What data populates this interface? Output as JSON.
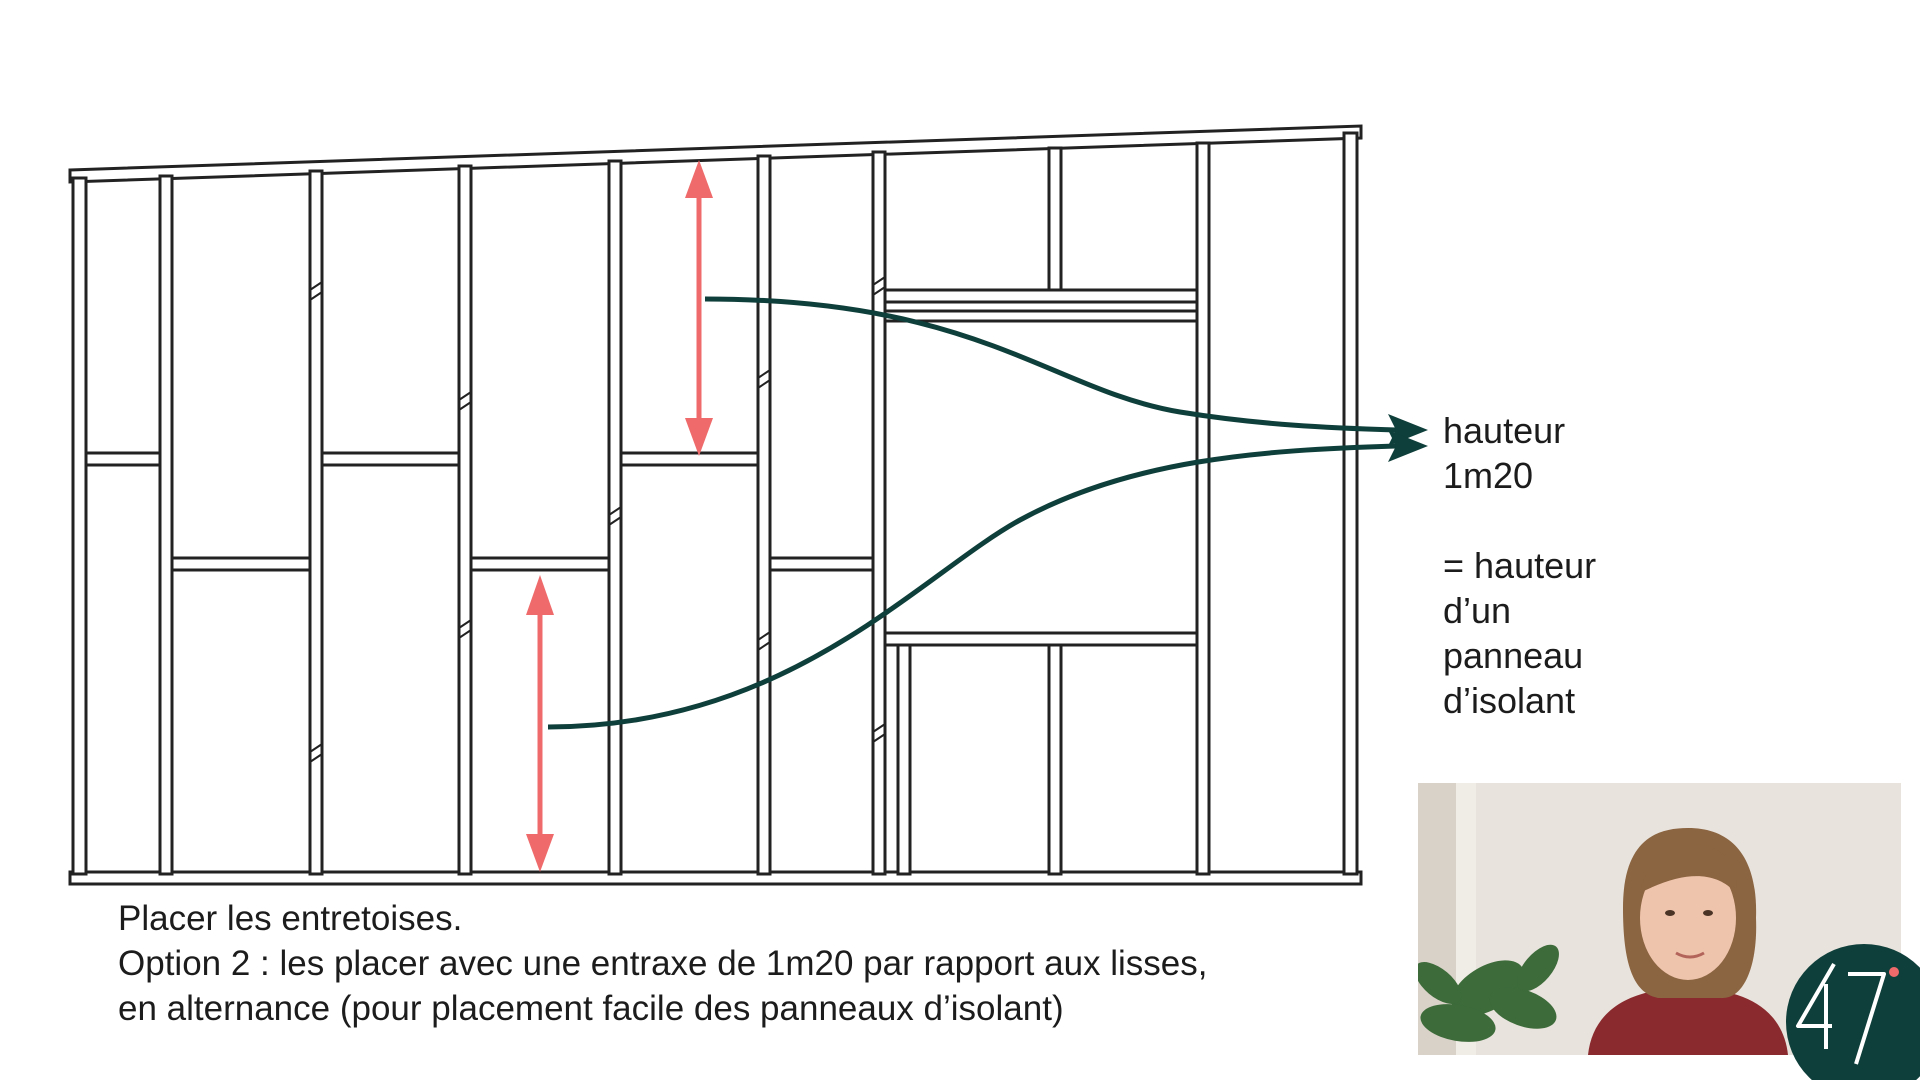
{
  "annotation": {
    "line1": "hauteur",
    "line2": "1m20",
    "line3": "= hauteur",
    "line4": "d’un",
    "line5": "panneau",
    "line6": "d’isolant"
  },
  "caption": {
    "line1": "Placer les entretoises.",
    "line2": "Option 2 : les placer avec une entraxe de 1m20 par rapport aux lisses,",
    "line3": "en alternance (pour placement facile des panneaux d’isolant)"
  },
  "colors": {
    "frame": "#222222",
    "measure_arrow": "#ef6b6b",
    "pointer_arrow": "#0f3f3a",
    "logo_bg": "#0f3f3a",
    "logo_dot": "#ef6b6b"
  },
  "icons": {
    "logo": "brand-47-logo",
    "webcam": "presenter-webcam"
  }
}
